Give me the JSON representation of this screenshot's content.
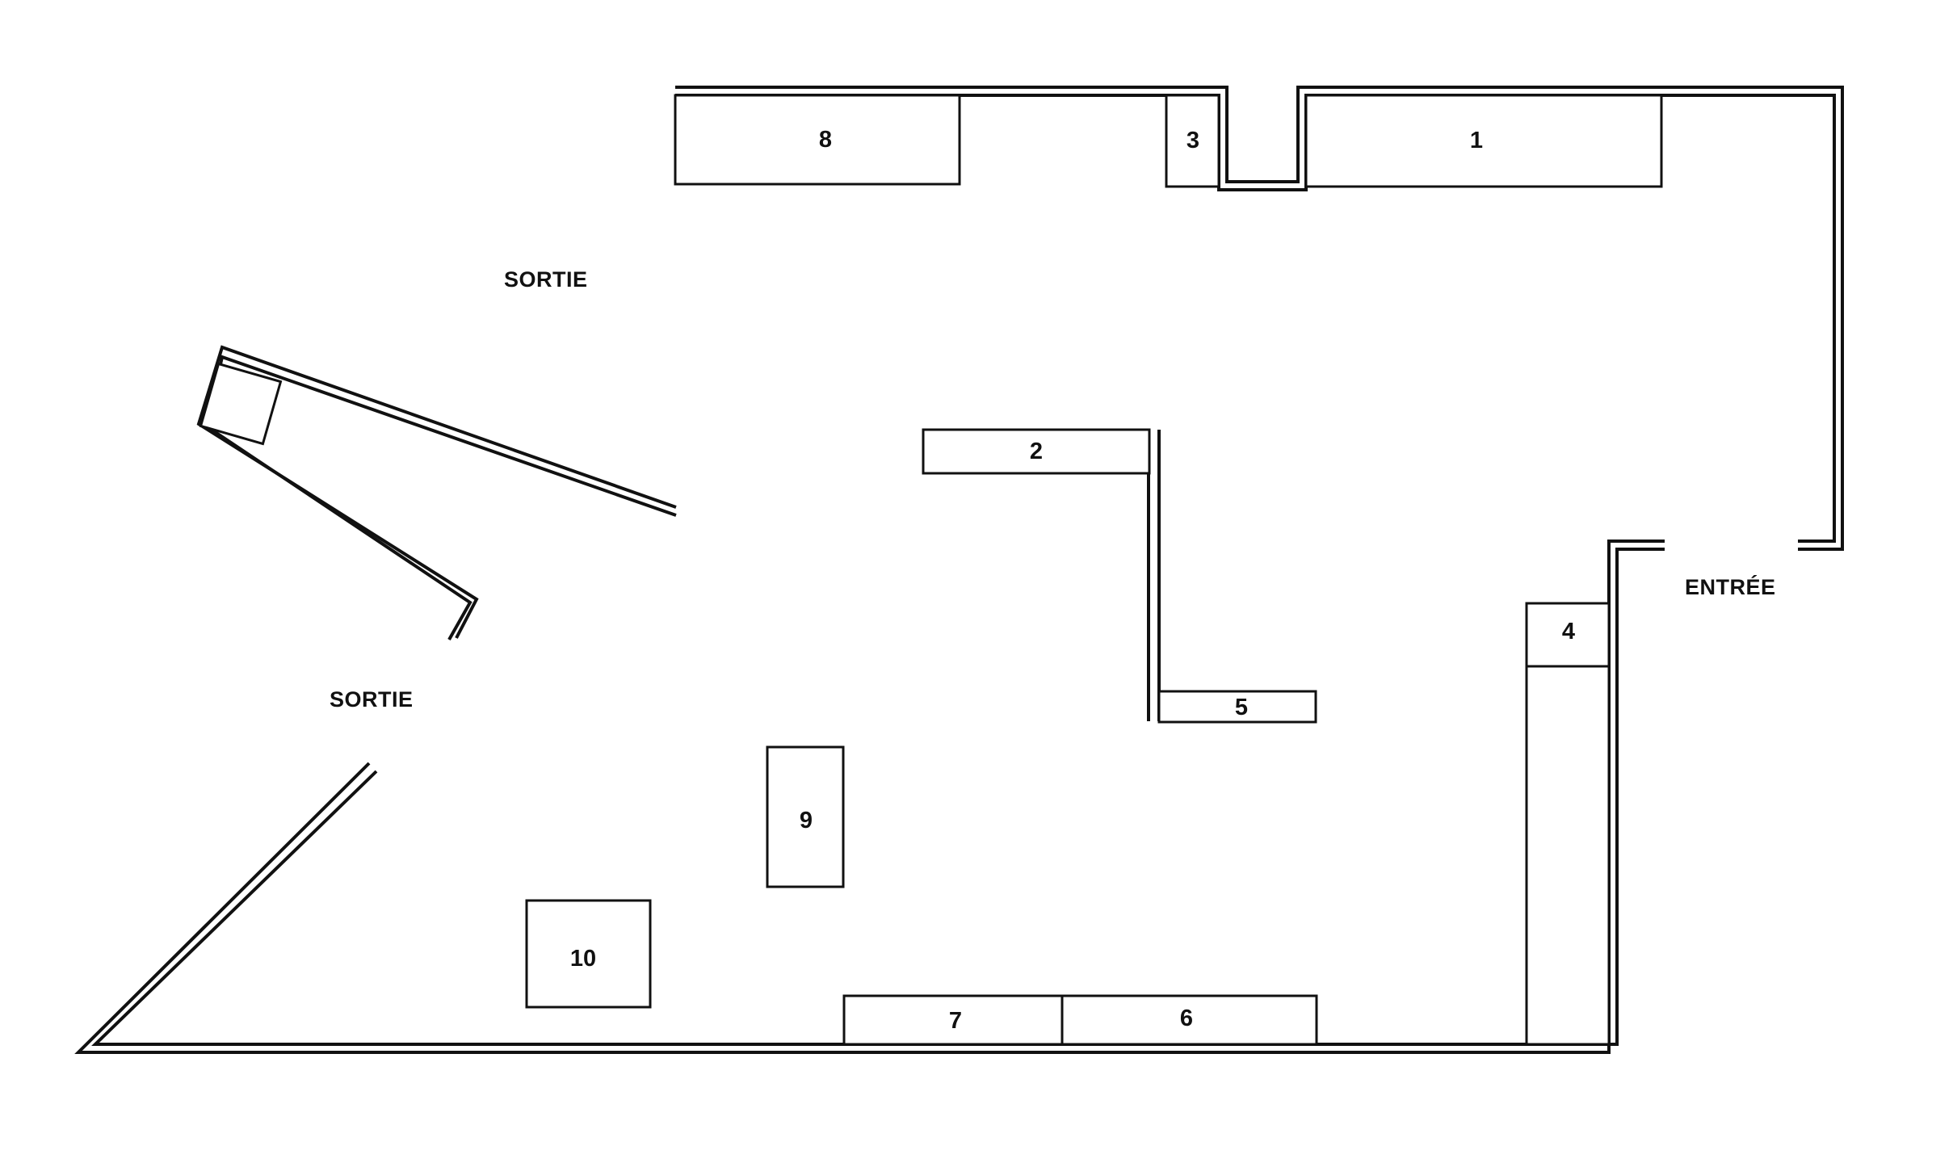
{
  "labels": {
    "entrance": "ENTRÉE",
    "exit_upper": "SORTIE",
    "exit_lower": "SORTIE"
  },
  "sections": [
    {
      "id": "1",
      "label": "1"
    },
    {
      "id": "2",
      "label": "2"
    },
    {
      "id": "3",
      "label": "3"
    },
    {
      "id": "4",
      "label": "4"
    },
    {
      "id": "5",
      "label": "5"
    },
    {
      "id": "6",
      "label": "6"
    },
    {
      "id": "7",
      "label": "7"
    },
    {
      "id": "8",
      "label": "8"
    },
    {
      "id": "9",
      "label": "9"
    },
    {
      "id": "10",
      "label": "10"
    }
  ]
}
